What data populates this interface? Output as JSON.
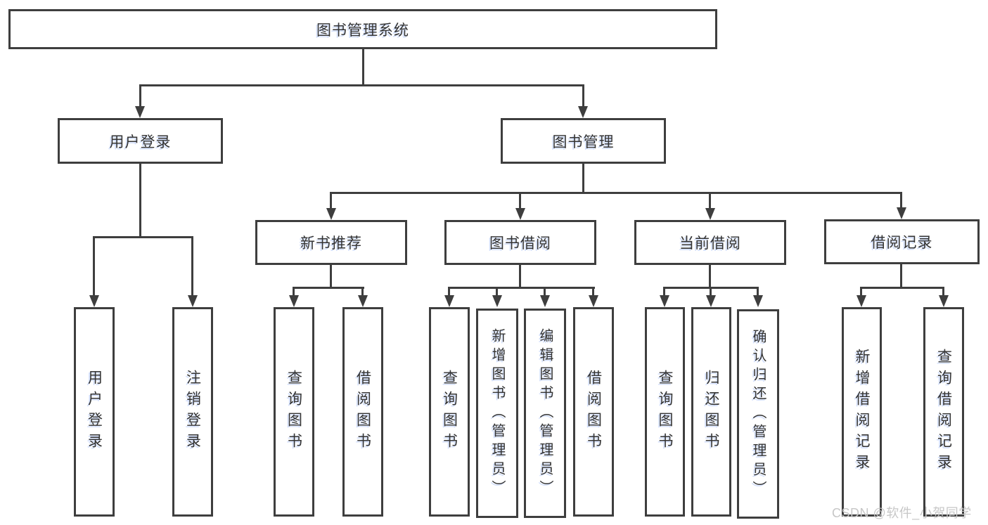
{
  "diagram": {
    "root": {
      "label": "图书管理系统"
    },
    "level2": [
      {
        "label": "用户登录"
      },
      {
        "label": "图书管理"
      }
    ],
    "level3": [
      {
        "label": "新书推荐"
      },
      {
        "label": "图书借阅"
      },
      {
        "label": "当前借阅"
      },
      {
        "label": "借阅记录"
      }
    ],
    "leaves": {
      "userLogin": [
        {
          "label": "用户登录"
        },
        {
          "label": "注销登录"
        }
      ],
      "newBooks": [
        {
          "label": "查询图书"
        },
        {
          "label": "借阅图书"
        }
      ],
      "bookBorrow": [
        {
          "label": "查询图书"
        },
        {
          "label": "新增图书（管理员）"
        },
        {
          "label": "编辑图书（管理员）"
        },
        {
          "label": "借阅图书"
        }
      ],
      "currentBorrow": [
        {
          "label": "查询图书"
        },
        {
          "label": "归还图书"
        },
        {
          "label": "确认归还（管理员）"
        }
      ],
      "borrowRecords": [
        {
          "label": "新增借阅记录"
        },
        {
          "label": "查询借阅记录"
        }
      ]
    },
    "watermark": "CSDN @软件_小贺同学",
    "colors": {
      "line": "#3e3e3e",
      "text": "#333333",
      "watermark": "#c7c7c7",
      "background": "#ffffff"
    }
  }
}
